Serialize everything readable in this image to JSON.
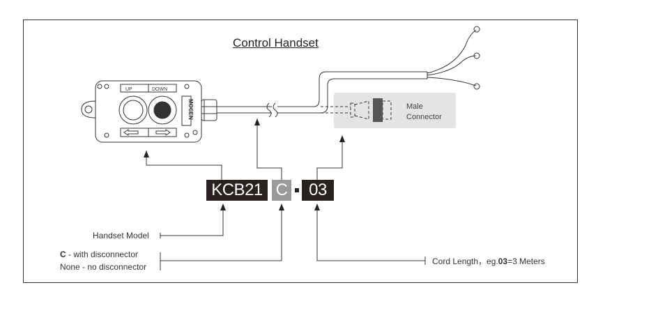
{
  "title": "Control Handset",
  "handset": {
    "button_up_label": "UP",
    "button_down_label": "DOWN",
    "brand": "MOCEN"
  },
  "connector": {
    "line1": "Male",
    "line2": "Connector"
  },
  "code": {
    "model": "KCB21",
    "option": "C",
    "separator": "-",
    "length": "03"
  },
  "legend": {
    "model_label": "Handset Model",
    "option_bold": "C",
    "option_with": " - with disconnector",
    "option_none": "None - no disconnector",
    "cord_prefix": "Cord Length，eg.",
    "cord_bold": "03",
    "cord_suffix": "=3 Meters"
  },
  "colors": {
    "code_dark": "#2a2220",
    "code_gray": "#9a9a9a",
    "connector_bg": "#e4e4e4",
    "line": "#333333"
  }
}
